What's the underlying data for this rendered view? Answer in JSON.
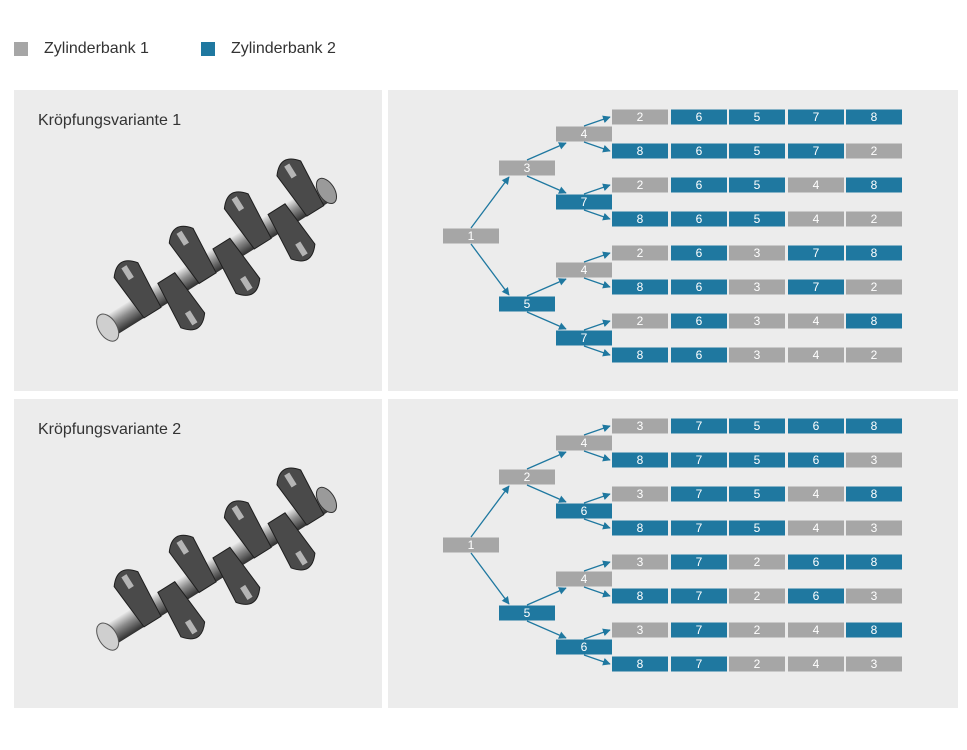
{
  "legend": {
    "items": [
      {
        "label": "Zylinderbank 1",
        "color": "#a6a6a6"
      },
      {
        "label": "Zylinderbank 2",
        "color": "#1f78a0"
      }
    ]
  },
  "colors": {
    "bank1": "#a6a6a6",
    "bank2": "#1f78a0",
    "arrow": "#1f78a0"
  },
  "variants": [
    {
      "title": "Kröpfungsvariante 1",
      "icon": "crankshaft-icon",
      "tree": {
        "root": {
          "label": "1",
          "bank": 1
        },
        "level1": [
          {
            "label": "3",
            "bank": 1
          },
          {
            "label": "5",
            "bank": 2
          }
        ],
        "level2": [
          {
            "label": "4",
            "bank": 1
          },
          {
            "label": "7",
            "bank": 2
          },
          {
            "label": "4",
            "bank": 1
          },
          {
            "label": "7",
            "bank": 2
          }
        ],
        "sequences": [
          [
            {
              "v": "2",
              "b": 1
            },
            {
              "v": "6",
              "b": 2
            },
            {
              "v": "5",
              "b": 2
            },
            {
              "v": "7",
              "b": 2
            },
            {
              "v": "8",
              "b": 2
            }
          ],
          [
            {
              "v": "8",
              "b": 2
            },
            {
              "v": "6",
              "b": 2
            },
            {
              "v": "5",
              "b": 2
            },
            {
              "v": "7",
              "b": 2
            },
            {
              "v": "2",
              "b": 1
            }
          ],
          [
            {
              "v": "2",
              "b": 1
            },
            {
              "v": "6",
              "b": 2
            },
            {
              "v": "5",
              "b": 2
            },
            {
              "v": "4",
              "b": 1
            },
            {
              "v": "8",
              "b": 2
            }
          ],
          [
            {
              "v": "8",
              "b": 2
            },
            {
              "v": "6",
              "b": 2
            },
            {
              "v": "5",
              "b": 2
            },
            {
              "v": "4",
              "b": 1
            },
            {
              "v": "2",
              "b": 1
            }
          ],
          [
            {
              "v": "2",
              "b": 1
            },
            {
              "v": "6",
              "b": 2
            },
            {
              "v": "3",
              "b": 1
            },
            {
              "v": "7",
              "b": 2
            },
            {
              "v": "8",
              "b": 2
            }
          ],
          [
            {
              "v": "8",
              "b": 2
            },
            {
              "v": "6",
              "b": 2
            },
            {
              "v": "3",
              "b": 1
            },
            {
              "v": "7",
              "b": 2
            },
            {
              "v": "2",
              "b": 1
            }
          ],
          [
            {
              "v": "2",
              "b": 1
            },
            {
              "v": "6",
              "b": 2
            },
            {
              "v": "3",
              "b": 1
            },
            {
              "v": "4",
              "b": 1
            },
            {
              "v": "8",
              "b": 2
            }
          ],
          [
            {
              "v": "8",
              "b": 2
            },
            {
              "v": "6",
              "b": 2
            },
            {
              "v": "3",
              "b": 1
            },
            {
              "v": "4",
              "b": 1
            },
            {
              "v": "2",
              "b": 1
            }
          ]
        ]
      }
    },
    {
      "title": "Kröpfungsvariante 2",
      "icon": "crankshaft-icon",
      "tree": {
        "root": {
          "label": "1",
          "bank": 1
        },
        "level1": [
          {
            "label": "2",
            "bank": 1
          },
          {
            "label": "5",
            "bank": 2
          }
        ],
        "level2": [
          {
            "label": "4",
            "bank": 1
          },
          {
            "label": "6",
            "bank": 2
          },
          {
            "label": "4",
            "bank": 1
          },
          {
            "label": "6",
            "bank": 2
          }
        ],
        "sequences": [
          [
            {
              "v": "3",
              "b": 1
            },
            {
              "v": "7",
              "b": 2
            },
            {
              "v": "5",
              "b": 2
            },
            {
              "v": "6",
              "b": 2
            },
            {
              "v": "8",
              "b": 2
            }
          ],
          [
            {
              "v": "8",
              "b": 2
            },
            {
              "v": "7",
              "b": 2
            },
            {
              "v": "5",
              "b": 2
            },
            {
              "v": "6",
              "b": 2
            },
            {
              "v": "3",
              "b": 1
            }
          ],
          [
            {
              "v": "3",
              "b": 1
            },
            {
              "v": "7",
              "b": 2
            },
            {
              "v": "5",
              "b": 2
            },
            {
              "v": "4",
              "b": 1
            },
            {
              "v": "8",
              "b": 2
            }
          ],
          [
            {
              "v": "8",
              "b": 2
            },
            {
              "v": "7",
              "b": 2
            },
            {
              "v": "5",
              "b": 2
            },
            {
              "v": "4",
              "b": 1
            },
            {
              "v": "3",
              "b": 1
            }
          ],
          [
            {
              "v": "3",
              "b": 1
            },
            {
              "v": "7",
              "b": 2
            },
            {
              "v": "2",
              "b": 1
            },
            {
              "v": "6",
              "b": 2
            },
            {
              "v": "8",
              "b": 2
            }
          ],
          [
            {
              "v": "8",
              "b": 2
            },
            {
              "v": "7",
              "b": 2
            },
            {
              "v": "2",
              "b": 1
            },
            {
              "v": "6",
              "b": 2
            },
            {
              "v": "3",
              "b": 1
            }
          ],
          [
            {
              "v": "3",
              "b": 1
            },
            {
              "v": "7",
              "b": 2
            },
            {
              "v": "2",
              "b": 1
            },
            {
              "v": "4",
              "b": 1
            },
            {
              "v": "8",
              "b": 2
            }
          ],
          [
            {
              "v": "8",
              "b": 2
            },
            {
              "v": "7",
              "b": 2
            },
            {
              "v": "2",
              "b": 1
            },
            {
              "v": "4",
              "b": 1
            },
            {
              "v": "3",
              "b": 1
            }
          ]
        ]
      }
    }
  ]
}
